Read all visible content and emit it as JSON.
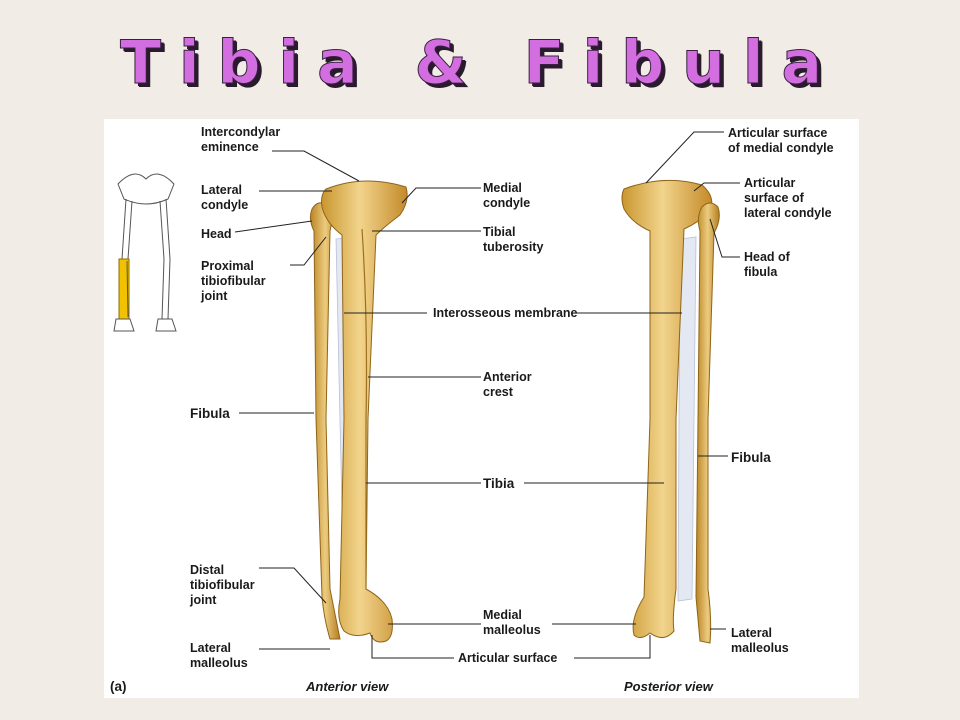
{
  "title": "Tibia & Fibula",
  "panel_letter": "(a)",
  "views": {
    "anterior": "Anterior view",
    "posterior": "Posterior view"
  },
  "labels": {
    "intercondylar_eminence": "Intercondylar\neminence",
    "lateral_condyle": "Lateral\ncondyle",
    "head": "Head",
    "proximal_tibiofibular_joint": "Proximal\ntibiofibular\njoint",
    "fibula_left": "Fibula",
    "distal_tibiofibular_joint": "Distal\ntibiofibular\njoint",
    "lateral_malleolus_left": "Lateral\nmalleolus",
    "medial_condyle": "Medial\ncondyle",
    "tibial_tuberosity": "Tibial\ntuberosity",
    "interosseous_membrane": "Interosseous membrane",
    "anterior_crest": "Anterior\ncrest",
    "tibia": "Tibia",
    "medial_malleolus": "Medial\nmalleolus",
    "articular_surface": "Articular surface",
    "articular_surface_medial_condyle": "Articular surface\nof medial condyle",
    "articular_surface_lateral_condyle": "Articular\nsurface of\nlateral condyle",
    "head_of_fibula": "Head of\nfibula",
    "fibula_right": "Fibula",
    "lateral_malleolus_right": "Lateral\nmalleolus"
  },
  "colors": {
    "title": "#d36ee0",
    "bone": "#e8c070",
    "bone_shade": "#c9962f",
    "highlight": "#f2c200"
  }
}
